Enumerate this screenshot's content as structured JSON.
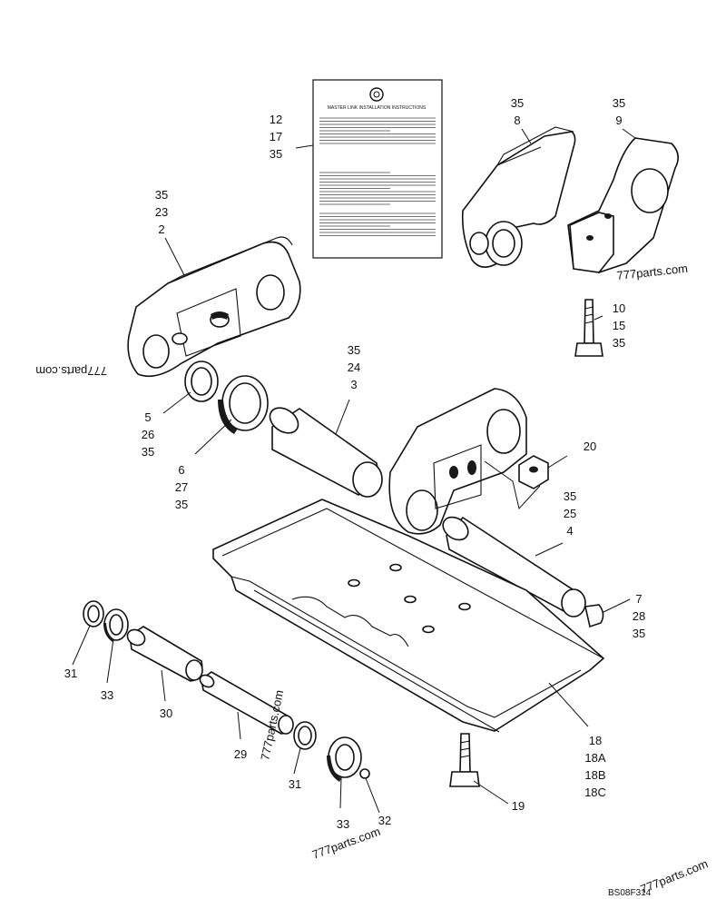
{
  "instructions_card": {
    "heading": "MASTER LINK INSTALLATION INSTRUCTIONS"
  },
  "callouts": [
    {
      "id": "c-12-17-35",
      "lines": [
        "12",
        "17",
        "35"
      ]
    },
    {
      "id": "c-35-23-2",
      "lines": [
        "35",
        "23",
        "2"
      ]
    },
    {
      "id": "c-35-8",
      "lines": [
        "35",
        "8"
      ]
    },
    {
      "id": "c-35-9",
      "lines": [
        "35",
        "9"
      ]
    },
    {
      "id": "c-10-15-35",
      "lines": [
        "10",
        "15",
        "35"
      ]
    },
    {
      "id": "c-35-24-3",
      "lines": [
        "35",
        "24",
        "3"
      ]
    },
    {
      "id": "c-5-26-35",
      "lines": [
        "5",
        "26",
        "35"
      ]
    },
    {
      "id": "c-6-27-35",
      "lines": [
        "6",
        "27",
        "35"
      ]
    },
    {
      "id": "c-20",
      "lines": [
        "20"
      ]
    },
    {
      "id": "c-35-25-4",
      "lines": [
        "35",
        "25",
        "4"
      ]
    },
    {
      "id": "c-7-28-35",
      "lines": [
        "7",
        "28",
        "35"
      ]
    },
    {
      "id": "c-31a",
      "lines": [
        "31"
      ]
    },
    {
      "id": "c-33a",
      "lines": [
        "33"
      ]
    },
    {
      "id": "c-30",
      "lines": [
        "30"
      ]
    },
    {
      "id": "c-29",
      "lines": [
        "29"
      ]
    },
    {
      "id": "c-31b",
      "lines": [
        "31"
      ]
    },
    {
      "id": "c-33b",
      "lines": [
        "33"
      ]
    },
    {
      "id": "c-32",
      "lines": [
        "32"
      ]
    },
    {
      "id": "c-18",
      "lines": [
        "18",
        "18A",
        "18B",
        "18C"
      ]
    },
    {
      "id": "c-19",
      "lines": [
        "19"
      ]
    }
  ],
  "watermarks": [
    "777parts.com",
    "777parts.com",
    "777parts.com",
    "777parts.com",
    "777parts.com"
  ],
  "figure_code": "BS08F314"
}
